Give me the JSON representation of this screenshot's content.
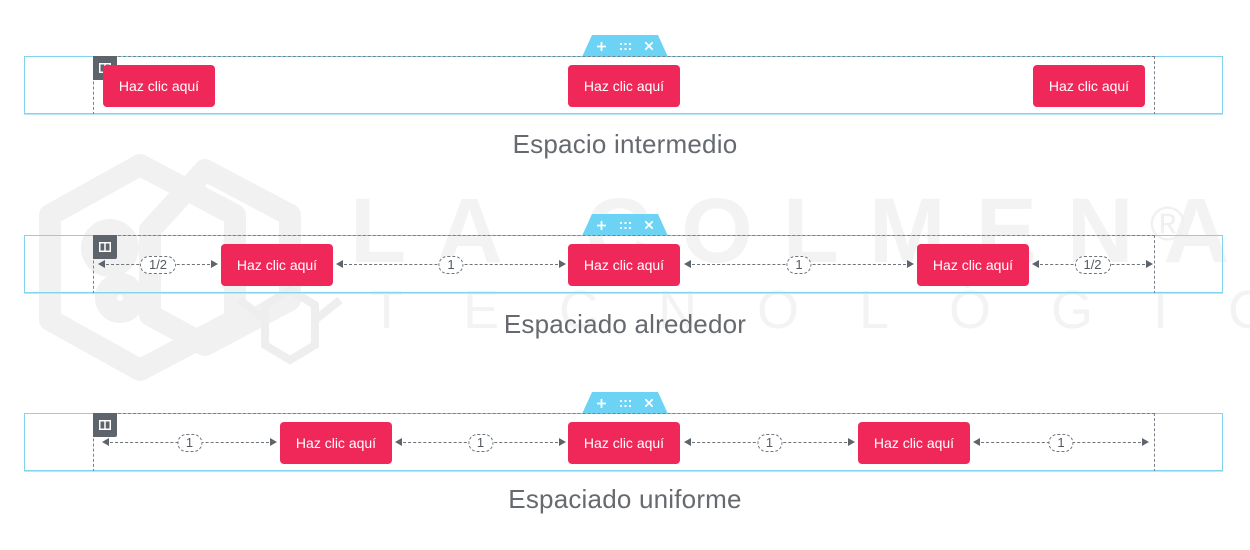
{
  "watermark": {
    "line1": "LA COLMENA",
    "registered": "®",
    "line2": "TECNOLÓGICA"
  },
  "theme": {
    "button_color": "#f0285a",
    "section_border": "#82d4ee",
    "toolbar_color": "#6dd3f5",
    "handle_color": "#5e646b"
  },
  "toolbar": {
    "add_icon": "plus-icon",
    "drag_icon": "drag-dots-icon",
    "close_icon": "close-x-icon"
  },
  "examples": [
    {
      "caption": "Espacio intermedio",
      "buttons": [
        {
          "label": "Haz clic aquí"
        },
        {
          "label": "Haz clic aquí"
        },
        {
          "label": "Haz clic aquí"
        }
      ],
      "gaps": []
    },
    {
      "caption": "Espaciado alrededor",
      "buttons": [
        {
          "label": "Haz clic aquí"
        },
        {
          "label": "Haz clic aquí"
        },
        {
          "label": "Haz clic aquí"
        }
      ],
      "gaps": [
        {
          "label": "1/2"
        },
        {
          "label": "1"
        },
        {
          "label": "1"
        },
        {
          "label": "1/2"
        }
      ]
    },
    {
      "caption": "Espaciado uniforme",
      "buttons": [
        {
          "label": "Haz clic aquí"
        },
        {
          "label": "Haz clic aquí"
        },
        {
          "label": "Haz clic aquí"
        }
      ],
      "gaps": [
        {
          "label": "1"
        },
        {
          "label": "1"
        },
        {
          "label": "1"
        },
        {
          "label": "1"
        }
      ]
    }
  ]
}
